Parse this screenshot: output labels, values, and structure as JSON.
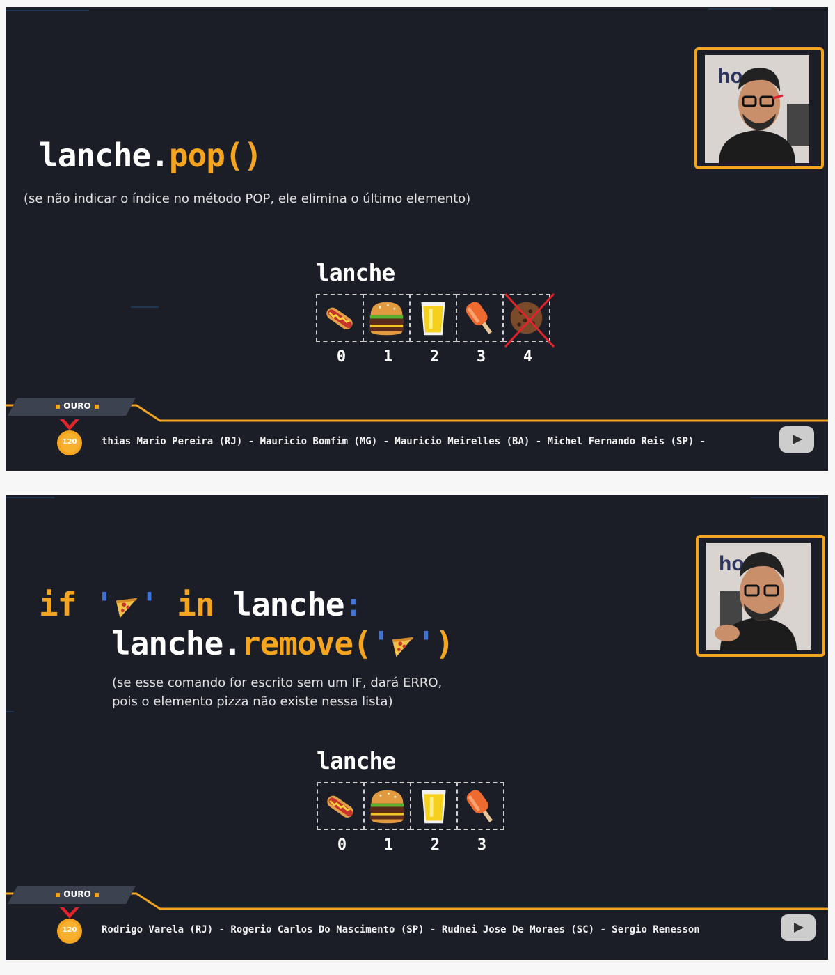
{
  "slides": [
    {
      "code_line1": {
        "a": "lanche.",
        "b": "pop()"
      },
      "note_lines": [
        "(se não indicar o índice no método POP, ele elimina o último elemento)"
      ],
      "list_title": "lanche",
      "items": [
        {
          "icon": "hotdog-icon",
          "index": "0"
        },
        {
          "icon": "burger-icon",
          "index": "1"
        },
        {
          "icon": "juice-icon",
          "index": "2"
        },
        {
          "icon": "popsicle-icon",
          "index": "3"
        },
        {
          "icon": "cookie-icon",
          "index": "4",
          "removed": true
        }
      ],
      "webcam_logo": "ho",
      "tier": "OURO",
      "medal": "120",
      "ticker": "thias Mario Pereira (RJ) - Mauricio Bomfim (MG) - Mauricio Meirelles (BA) - Michel Fernando Reis (SP) -"
    },
    {
      "code_line1": {
        "kw1": "if",
        "q1": "'",
        "icon": "pizza-icon",
        "q2": "'",
        "kw2": "in",
        "var": "lanche",
        "colon": ":"
      },
      "code_line2": {
        "a": "lanche.",
        "b": "remove(",
        "q1": "'",
        "icon": "pizza-icon",
        "q2": "'",
        "close": ")"
      },
      "note_lines": [
        "(se esse comando for escrito sem um IF, dará ERRO,",
        "pois o elemento pizza não existe nessa lista)"
      ],
      "list_title": "lanche",
      "items": [
        {
          "icon": "hotdog-icon",
          "index": "0"
        },
        {
          "icon": "burger-icon",
          "index": "1"
        },
        {
          "icon": "juice-icon",
          "index": "2"
        },
        {
          "icon": "popsicle-icon",
          "index": "3"
        }
      ],
      "webcam_logo": "ho",
      "tier": "OURO",
      "medal": "120",
      "ticker": "Rodrigo Varela (RJ) - Rogerio Carlos Do Nascimento (SP) - Rudnei Jose De Moraes (SC) - Sergio Renesson"
    }
  ],
  "colors": {
    "background": "#1b1e27",
    "accent": "#f4a41f",
    "quote": "#3f73d6",
    "remove_mark": "#e0242c"
  }
}
